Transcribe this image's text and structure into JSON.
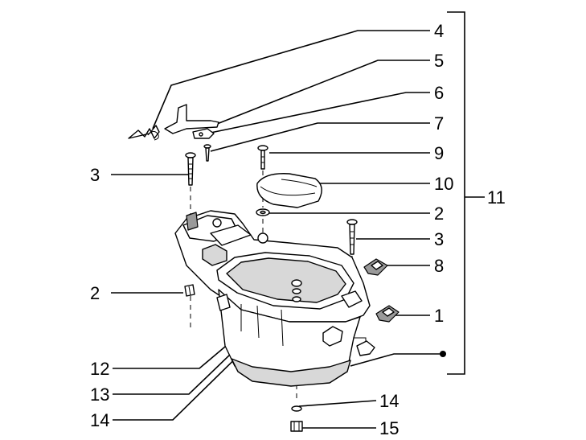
{
  "callouts": [
    {
      "id": "c4",
      "text": "4"
    },
    {
      "id": "c5",
      "text": "5"
    },
    {
      "id": "c6",
      "text": "6"
    },
    {
      "id": "c7",
      "text": "7"
    },
    {
      "id": "c9",
      "text": "9"
    },
    {
      "id": "c10",
      "text": "10"
    },
    {
      "id": "c2a",
      "text": "2"
    },
    {
      "id": "c3a",
      "text": "3"
    },
    {
      "id": "c8",
      "text": "8"
    },
    {
      "id": "c1",
      "text": "1"
    },
    {
      "id": "c11",
      "text": "11"
    },
    {
      "id": "c3b",
      "text": "3"
    },
    {
      "id": "c2b",
      "text": "2"
    },
    {
      "id": "c12",
      "text": "12"
    },
    {
      "id": "c13",
      "text": "13"
    },
    {
      "id": "c14a",
      "text": "14"
    },
    {
      "id": "c14b",
      "text": "14"
    },
    {
      "id": "c15",
      "text": "15"
    }
  ]
}
